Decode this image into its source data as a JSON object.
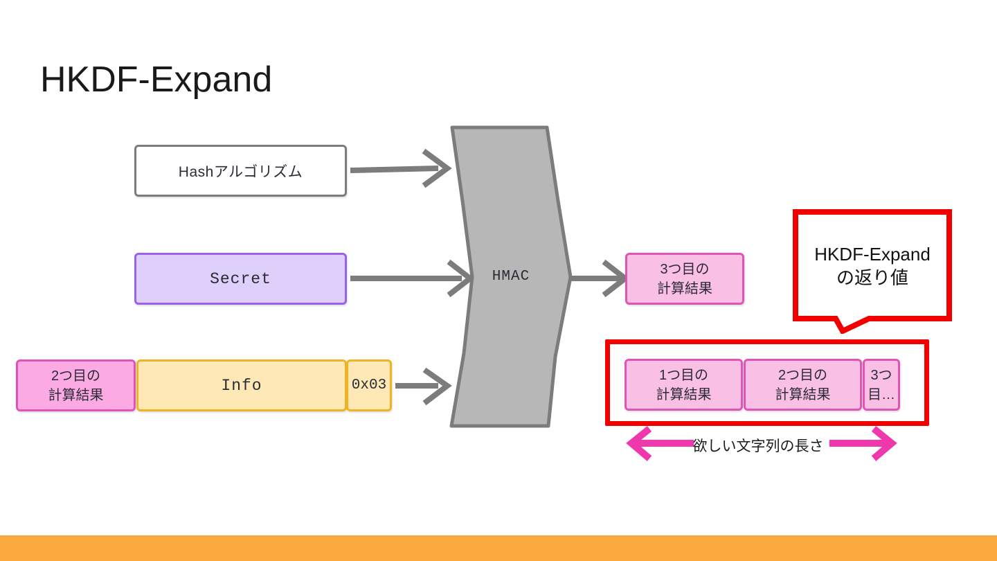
{
  "slide": {
    "title": "HKDF-Expand",
    "background_color": "#ffffff",
    "footer_color": "#faa93f"
  },
  "inputs": {
    "hash_box": {
      "label": "Hashアルゴリズム",
      "fill": "#ffffff",
      "border": "#7c7c7c"
    },
    "secret_box": {
      "label": "Secret",
      "fill": "#ded0fb",
      "border": "#9a62ec"
    },
    "previous_result_box": {
      "label": "2つ目の\n計算結果",
      "fill": "#fbaae4",
      "border": "#e154b6"
    },
    "info_box": {
      "label": "Info",
      "fill": "#fde8b6",
      "border": "#f0b323"
    },
    "counter_box": {
      "label": "0x03",
      "fill": "#fde8b6",
      "border": "#f0b323"
    }
  },
  "processor": {
    "label": "HMAC",
    "fill": "#b7b7b7",
    "border": "#7c7c7c"
  },
  "outputs": {
    "result_box": {
      "label": "3つ目の\n計算結果",
      "fill": "#fabfe4",
      "border": "#e154b6"
    },
    "concatenated": {
      "frame_color": "#f20000",
      "blocks": [
        {
          "label": "1つ目の\n計算結果"
        },
        {
          "label": "2つ目の\n計算結果"
        },
        {
          "label": "3つ\n目…"
        }
      ]
    }
  },
  "callout": {
    "text": "HKDF-Expand\nの返り値",
    "border_color": "#f20000",
    "fill": "#ffffff"
  },
  "dimension": {
    "label": "欲しい文字列の長さ",
    "color": "#ef38ac"
  },
  "icons": {
    "arrow_right": "arrow-right-icon",
    "double_arrow": "double-headed-arrow-icon"
  }
}
